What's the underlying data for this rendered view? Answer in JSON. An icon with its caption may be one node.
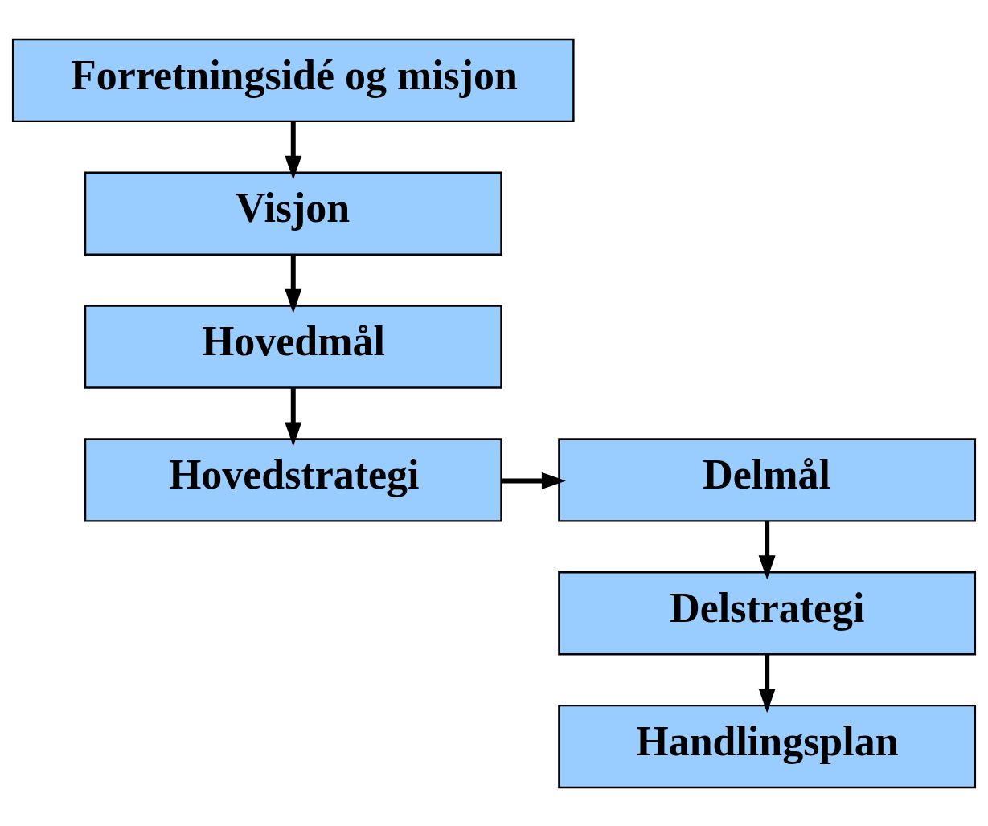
{
  "diagram": {
    "nodes": [
      {
        "text": [
          "Forretningsidé og misjon"
        ]
      },
      {
        "text": [
          "Visjon"
        ]
      },
      {
        "text": [
          "Hovedmål"
        ]
      },
      {
        "text": [
          "Hovedstrategi"
        ]
      },
      {
        "text": [
          "Delmål"
        ]
      },
      {
        "text": [
          "Delstrategi"
        ]
      },
      {
        "text": [
          "Handlingsplan"
        ]
      }
    ],
    "edges": [
      {
        "from": 0,
        "to": 1,
        "arrow": "to"
      },
      {
        "from": 1,
        "to": 2,
        "arrow": "to"
      },
      {
        "from": 2,
        "to": 3,
        "arrow": "to"
      },
      {
        "from": 3,
        "to": 4,
        "arrow": "to"
      },
      {
        "from": 4,
        "to": 5,
        "arrow": "to"
      },
      {
        "from": 5,
        "to": 6,
        "arrow": "to"
      }
    ]
  }
}
